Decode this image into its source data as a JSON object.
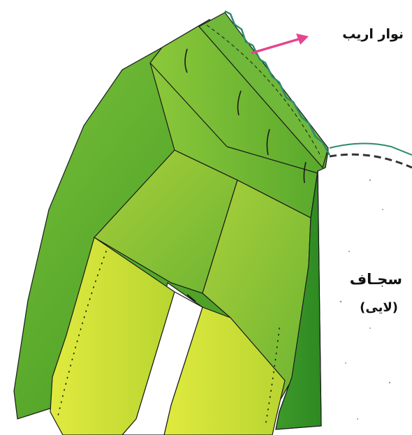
{
  "labels": {
    "bias_tape": "نوار اریب",
    "facing": "سجـاف",
    "interfacing": "(لایی)"
  },
  "colors": {
    "garment_green": "#5fae2a",
    "garment_light": "#c6dc32",
    "arrow": "#e4458f",
    "outline": "#1a1a1a",
    "bias_edge": "#2c8a6d"
  },
  "icons": {
    "arrow": "arrow-right-icon"
  }
}
